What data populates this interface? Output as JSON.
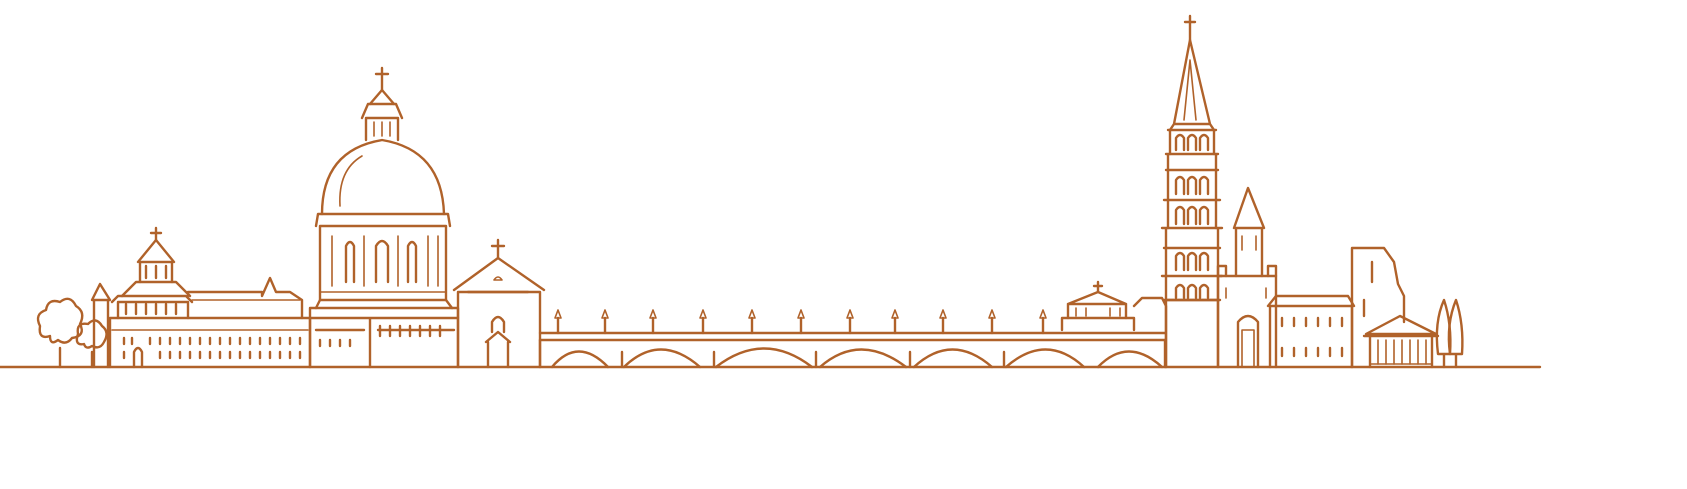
{
  "illustration": {
    "stroke_color": "#B0622A",
    "background_color": "#FFFFFF",
    "elements": [
      "trees",
      "domed-chapel",
      "palace-complex",
      "small-church",
      "stone-bridge",
      "bridge-lanterns",
      "gothic-bell-tower",
      "castle-walls",
      "temple-portico",
      "cypress-trees"
    ]
  }
}
